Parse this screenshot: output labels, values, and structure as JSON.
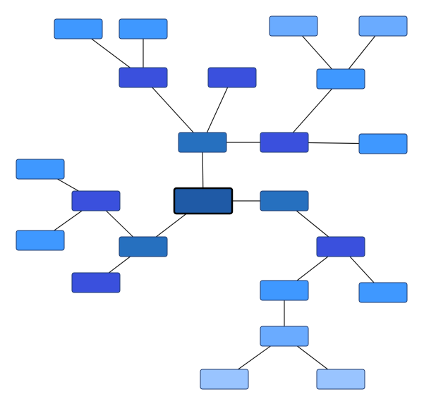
{
  "colors": {
    "root": "#1f5aa6",
    "level1": "#2670bf",
    "level2": "#3a50dd",
    "level3": "#3f98ff",
    "level4": "#6aabff",
    "level5": "#99c4ff"
  },
  "nodes": [
    {
      "id": "root",
      "level": "root"
    },
    {
      "id": "n-top",
      "level": "level1"
    },
    {
      "id": "n-topleft",
      "level": "level2"
    },
    {
      "id": "n-topleft-a",
      "level": "level3"
    },
    {
      "id": "n-topleft-b",
      "level": "level3"
    },
    {
      "id": "n-topmid",
      "level": "level2"
    },
    {
      "id": "n-right-hub",
      "level": "level2"
    },
    {
      "id": "n-right-up",
      "level": "level3"
    },
    {
      "id": "n-right-up-a",
      "level": "level4"
    },
    {
      "id": "n-right-up-b",
      "level": "level4"
    },
    {
      "id": "n-right-leaf",
      "level": "level3"
    },
    {
      "id": "n-right",
      "level": "level1"
    },
    {
      "id": "n-right-down",
      "level": "level2"
    },
    {
      "id": "n-rd-leaf",
      "level": "level3"
    },
    {
      "id": "n-rd-mid",
      "level": "level3"
    },
    {
      "id": "n-rd-lower",
      "level": "level4"
    },
    {
      "id": "n-rd-lower-a",
      "level": "level5"
    },
    {
      "id": "n-rd-lower-b",
      "level": "level5"
    },
    {
      "id": "n-left",
      "level": "level1"
    },
    {
      "id": "n-left-up",
      "level": "level2"
    },
    {
      "id": "n-left-up-a",
      "level": "level3"
    },
    {
      "id": "n-left-up-b",
      "level": "level3"
    },
    {
      "id": "n-left-down",
      "level": "level2"
    }
  ],
  "edges": [
    [
      "root",
      "n-top"
    ],
    [
      "n-top",
      "n-topleft"
    ],
    [
      "n-topleft",
      "n-topleft-a"
    ],
    [
      "n-topleft",
      "n-topleft-b"
    ],
    [
      "n-top",
      "n-topmid"
    ],
    [
      "n-top",
      "n-right-hub"
    ],
    [
      "n-right-hub",
      "n-right-up"
    ],
    [
      "n-right-up",
      "n-right-up-a"
    ],
    [
      "n-right-up",
      "n-right-up-b"
    ],
    [
      "n-right-hub",
      "n-right-leaf"
    ],
    [
      "root",
      "n-right"
    ],
    [
      "n-right",
      "n-right-down"
    ],
    [
      "n-right-down",
      "n-rd-leaf"
    ],
    [
      "n-right-down",
      "n-rd-mid"
    ],
    [
      "n-rd-mid",
      "n-rd-lower"
    ],
    [
      "n-rd-lower",
      "n-rd-lower-a"
    ],
    [
      "n-rd-lower",
      "n-rd-lower-b"
    ],
    [
      "root",
      "n-left"
    ],
    [
      "n-left",
      "n-left-up"
    ],
    [
      "n-left-up",
      "n-left-up-a"
    ],
    [
      "n-left-up",
      "n-left-up-b"
    ],
    [
      "n-left",
      "n-left-down"
    ]
  ]
}
